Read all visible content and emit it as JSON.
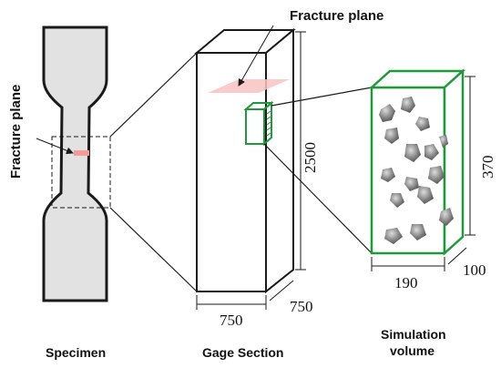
{
  "labels": {
    "fracture_plane_top": "Fracture plane",
    "fracture_plane_side": "Fracture plane",
    "specimen": "Specimen",
    "gage_section": "Gage Section",
    "simulation_volume_line1": "Simulation",
    "simulation_volume_line2": "volume"
  },
  "dimensions": {
    "gage_height": "2500",
    "gage_width": "750",
    "gage_depth": "750",
    "sim_height": "370",
    "sim_width": "190",
    "sim_depth": "100"
  },
  "colors": {
    "specimen_fill": "#e2e2e2",
    "outline": "#1a1a1a",
    "fracture": "#f6a0a0",
    "simulation_green": "#1e9a3a",
    "particle": "#7d7d7d"
  }
}
